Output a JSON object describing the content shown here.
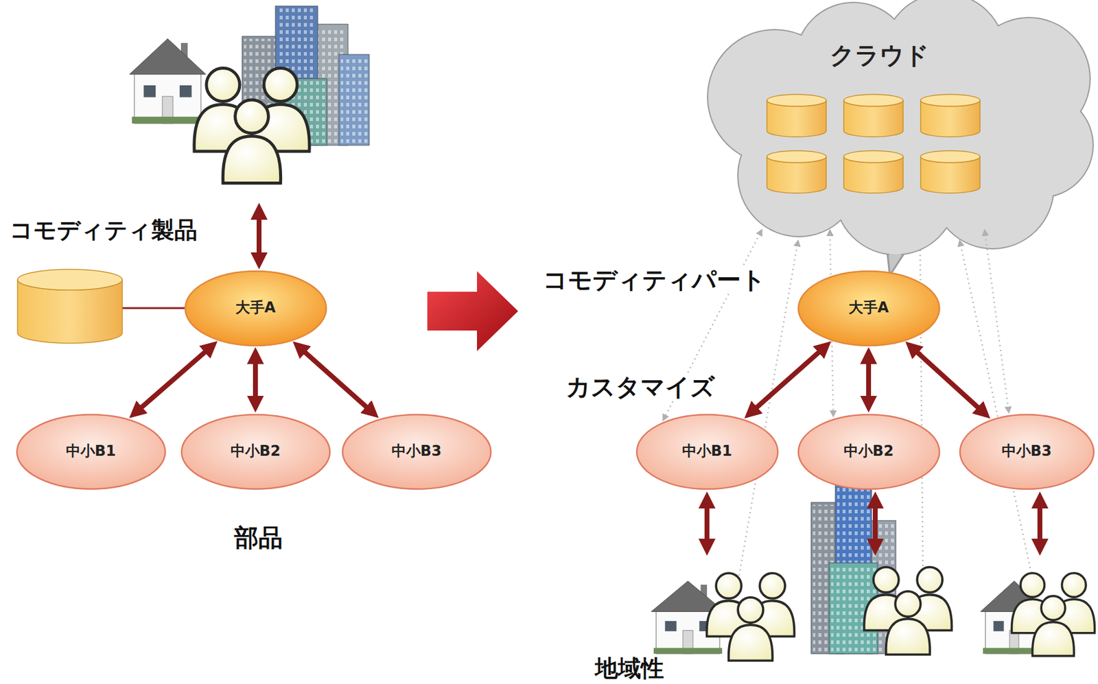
{
  "diagram": {
    "nodes": [
      {
        "text": [
          "大手A"
        ]
      },
      {
        "text": [
          "中小B1"
        ]
      },
      {
        "text": [
          "中小B2"
        ]
      },
      {
        "text": [
          "中小B3"
        ]
      },
      {
        "text": [
          "クラウド"
        ]
      },
      {
        "text": [
          "大手A"
        ]
      },
      {
        "text": [
          "中小B1"
        ]
      },
      {
        "text": [
          "中小B2"
        ]
      },
      {
        "text": [
          "中小B3"
        ]
      }
    ],
    "edges": [
      {
        "from": 0,
        "to": 1,
        "arrow": "both"
      },
      {
        "from": 0,
        "to": 2,
        "arrow": "both"
      },
      {
        "from": 0,
        "to": 3,
        "arrow": "both"
      },
      {
        "from": 5,
        "to": 6,
        "arrow": "both"
      },
      {
        "from": 5,
        "to": 7,
        "arrow": "both"
      },
      {
        "from": 5,
        "to": 8,
        "arrow": "both"
      },
      {
        "from": 4,
        "to": 6,
        "arrow": "both"
      },
      {
        "from": 4,
        "to": 7,
        "arrow": "both"
      },
      {
        "from": 4,
        "to": 8,
        "arrow": "both"
      }
    ],
    "labels": [
      "コモディティ製品",
      "部品",
      "コモディティパート",
      "カスタマイズ",
      "地域性"
    ]
  }
}
